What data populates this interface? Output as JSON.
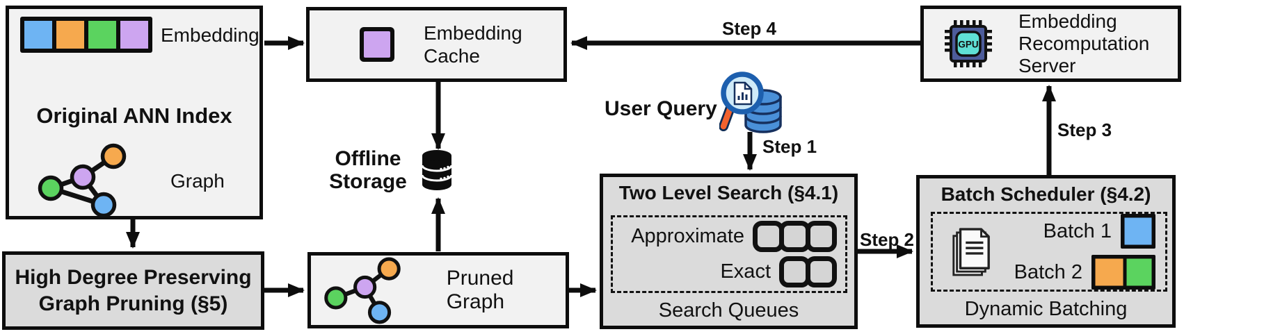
{
  "figure": {
    "original_index": {
      "title": "Original ANN Index",
      "embedding_label": "Embedding",
      "graph_label": "Graph"
    },
    "embedding_cache": {
      "label": "Embedding Cache"
    },
    "offline_storage": {
      "label": "Offline Storage"
    },
    "user_query": {
      "label": "User Query"
    },
    "recomputation_server": {
      "label": "Embedding Recomputation Server",
      "chip_label": "GPU"
    },
    "two_level_search": {
      "title": "Two Level Search (§4.1)",
      "rows": [
        {
          "label": "Approximate",
          "slots": 3
        },
        {
          "label": "Exact",
          "slots": 2
        }
      ],
      "caption": "Search Queues"
    },
    "batch_scheduler": {
      "title": "Batch Scheduler (§4.2)",
      "batches": [
        {
          "label": "Batch 1",
          "squares": [
            "blue"
          ]
        },
        {
          "label": "Batch 2",
          "squares": [
            "orange",
            "green"
          ]
        }
      ],
      "caption": "Dynamic Batching"
    },
    "graph_pruning": {
      "title": "High Degree Preserving Graph Pruning (§5)"
    },
    "pruned_graph": {
      "label": "Pruned Graph"
    },
    "steps": {
      "step1": "Step 1",
      "step2": "Step 2",
      "step3": "Step 3",
      "step4": "Step 4"
    }
  },
  "colors": {
    "blue": "#6eb4f3",
    "orange": "#f6a94e",
    "green": "#5bd35f",
    "purple": "#cda5f0",
    "box_light": "#f2f2f2",
    "box_dark": "#dbdbdb",
    "outline": "#0d0d0d",
    "db_blue": "#4a90d9",
    "db_navy": "#16305e",
    "lens_blue": "#cfeaf8",
    "rim_blue": "#1d5fae",
    "handle_orange": "#f2622e",
    "chip_body": "#4d5c9b",
    "chip_screen": "#5fe0d5"
  },
  "icons": {
    "query": "magnifier-database-icon",
    "storage": "database-icon",
    "server": "gpu-chip-icon",
    "scheduler": "documents-icon",
    "index": "graph-nodes-icon"
  }
}
